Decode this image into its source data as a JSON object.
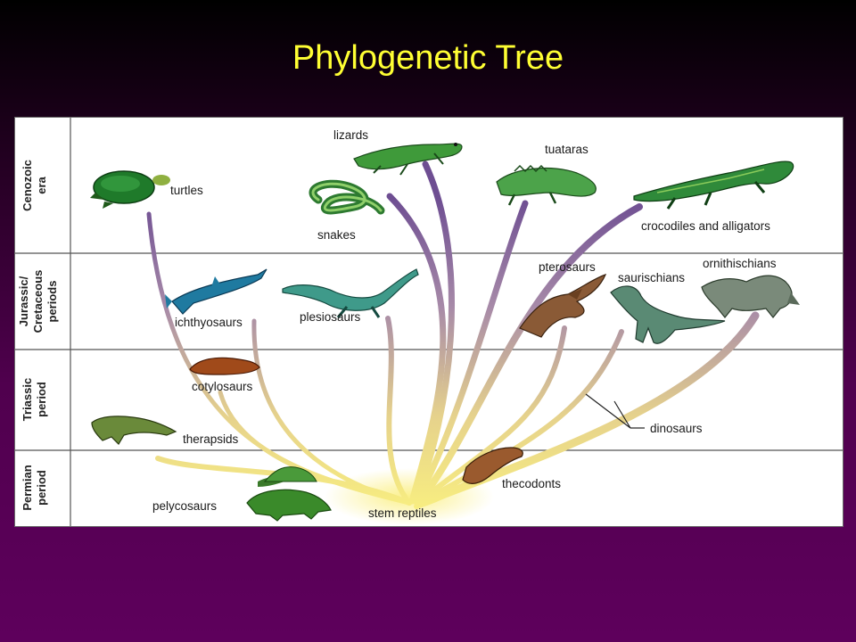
{
  "title": "Phylogenetic Tree",
  "periods": [
    {
      "line1": "Cenozoic",
      "line2": "era",
      "line3": ""
    },
    {
      "line1": "Jurassic/",
      "line2": "Cretaceous",
      "line3": "periods"
    },
    {
      "line1": "Triassic",
      "line2": "period",
      "line3": ""
    },
    {
      "line1": "Permian",
      "line2": "period",
      "line3": ""
    }
  ],
  "taxa": {
    "turtles": "turtles",
    "lizards": "lizards",
    "snakes": "snakes",
    "tuataras": "tuataras",
    "crocodiles": "crocodiles and alligators",
    "ichthyosaurs": "ichthyosaurs",
    "plesiosaurs": "plesiosaurs",
    "pterosaurs": "pterosaurs",
    "saurischians": "saurischians",
    "ornithischians": "ornithischians",
    "cotylosaurs": "cotylosaurs",
    "therapsids": "therapsids",
    "dinosaurs": "dinosaurs",
    "thecodonts": "thecodonts",
    "pelycosaurs": "pelycosaurs",
    "stem_reptiles": "stem reptiles"
  },
  "colors": {
    "title": "#ffff33",
    "branch_base": "#f8ee80",
    "branch_tip": "#6e4e92",
    "background_top": "#000000",
    "background_bottom": "#5e005c"
  }
}
